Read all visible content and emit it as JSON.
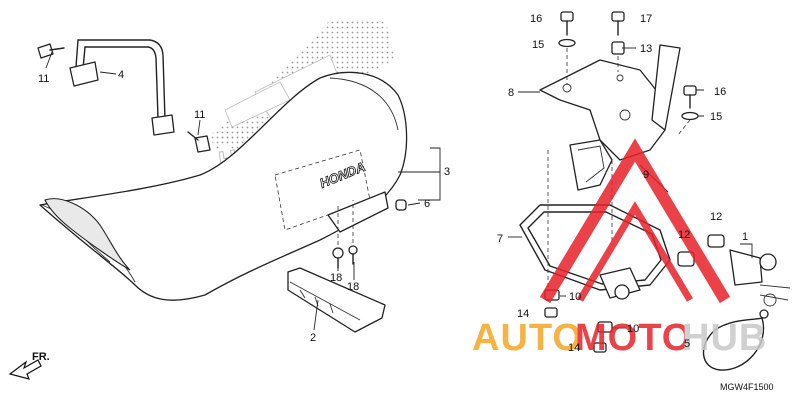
{
  "callouts": {
    "c1": "1",
    "c2": "2",
    "c3": "3",
    "c4": "4",
    "c5": "5",
    "c6": "6",
    "c7": "7",
    "c8": "8",
    "c9": "9",
    "c10a": "10",
    "c10b": "10",
    "c11a": "11",
    "c11b": "11",
    "c12a": "12",
    "c12b": "12",
    "c13": "13",
    "c14a": "14",
    "c14b": "14",
    "c15a": "15",
    "c15b": "15",
    "c16a": "16",
    "c16b": "16",
    "c17": "17",
    "c18a": "18",
    "c18b": "18"
  },
  "fr_label": "FR.",
  "brand_text": "HONDA",
  "diagram_code": "MGW4F1500",
  "watermark": {
    "part1": "AUTO",
    "part2": "MOTO",
    "part3": "HUB"
  },
  "colors": {
    "watermark_orange": "#f5a623",
    "watermark_red": "#e8202a",
    "watermark_gray": "#c8c8c8"
  }
}
